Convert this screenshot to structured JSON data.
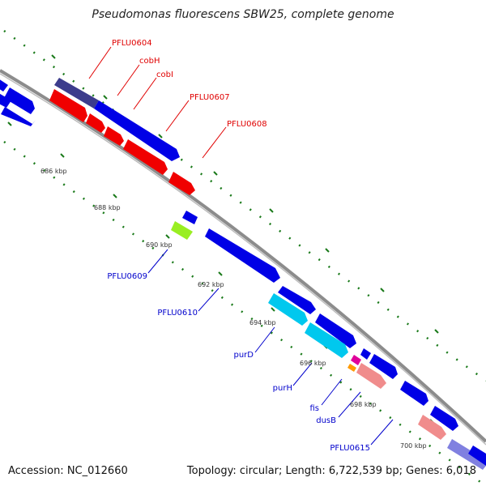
{
  "title": "Pseudomonas fluorescens SBW25, complete genome",
  "footer": {
    "accession": "Accession: NC_012660",
    "summary": "Topology: circular; Length: 6,722,539 bp; Genes: 6,018"
  },
  "colors": {
    "backbone": "#8c8c8c",
    "grid_dots": "#1a7a1a",
    "forward_label": "#e00000",
    "reverse_label": "#0000cc",
    "blue_gene": "#0000e6",
    "red_gene": "#f00000",
    "cyan_gene": "#00c8ee",
    "lime_gene": "#99ee22",
    "salmon_gene": "#f08c8c",
    "dark_gene": "#3c3c8c",
    "lavender_gene": "#8080e0",
    "magenta_gene": "#e0009a",
    "orange_gene": "#ff9a00"
  },
  "ticks": [
    "686 kbp",
    "688 kbp",
    "690 kbp",
    "692 kbp",
    "694 kbp",
    "696 kbp",
    "698 kbp",
    "700 kbp"
  ],
  "gene_labels": {
    "top": [
      "PFLU0604",
      "cobH",
      "cobI",
      "PFLU0607",
      "PFLU0608"
    ],
    "bottom": [
      "PFLU0609",
      "PFLU0610",
      "purD",
      "purH",
      "fis",
      "dusB",
      "PFLU0615"
    ]
  }
}
